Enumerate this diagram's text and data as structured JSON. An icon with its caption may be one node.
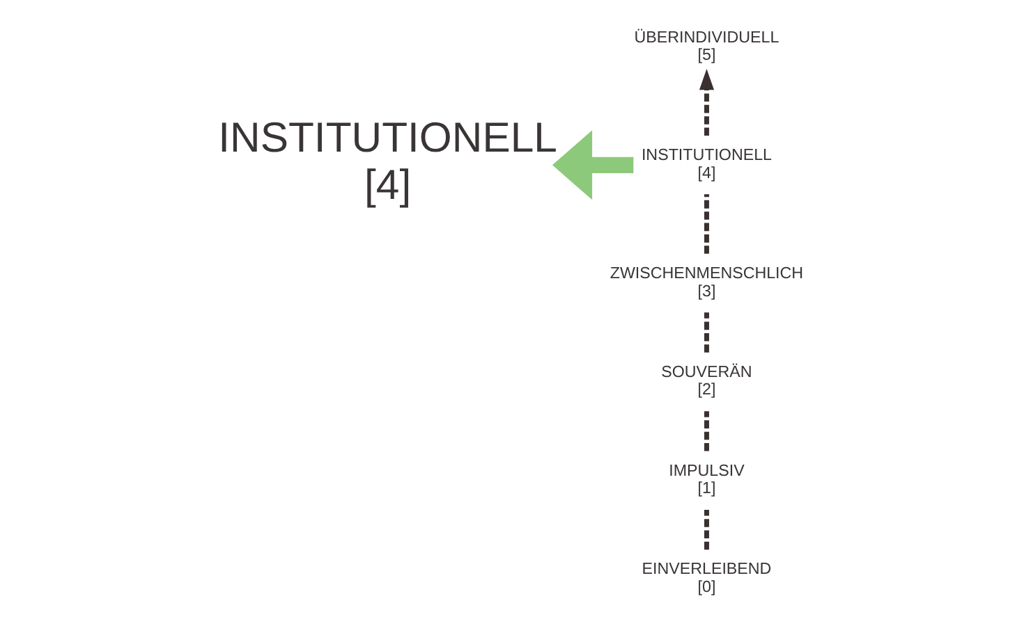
{
  "diagram": {
    "nodes": [
      {
        "text": [
          "INSTITUTIONELL",
          "[4]"
        ]
      },
      {
        "text": [
          "ÜBERINDIVIDUELL",
          "[5]"
        ]
      },
      {
        "text": [
          "INSTITUTIONELL",
          "[4]"
        ]
      },
      {
        "text": [
          "ZWISCHENMENSCHLICH",
          "[3]"
        ]
      },
      {
        "text": [
          "SOUVERÄN",
          "[2]"
        ]
      },
      {
        "text": [
          "IMPULSIV",
          "[1]"
        ]
      },
      {
        "text": [
          "EINVERLEIBEND",
          "[0]"
        ]
      }
    ],
    "edges": [
      {
        "from": 6,
        "to": 5,
        "arrow": "none",
        "style": "dashed"
      },
      {
        "from": 5,
        "to": 4,
        "arrow": "none",
        "style": "dashed"
      },
      {
        "from": 4,
        "to": 3,
        "arrow": "none",
        "style": "dashed"
      },
      {
        "from": 3,
        "to": 2,
        "arrow": "none",
        "style": "dashed"
      },
      {
        "from": 2,
        "to": 1,
        "arrow": "to",
        "style": "dashed"
      },
      {
        "from": 2,
        "to": 0,
        "arrow": "to",
        "style": "thick",
        "color": "#8dc97a"
      }
    ]
  }
}
